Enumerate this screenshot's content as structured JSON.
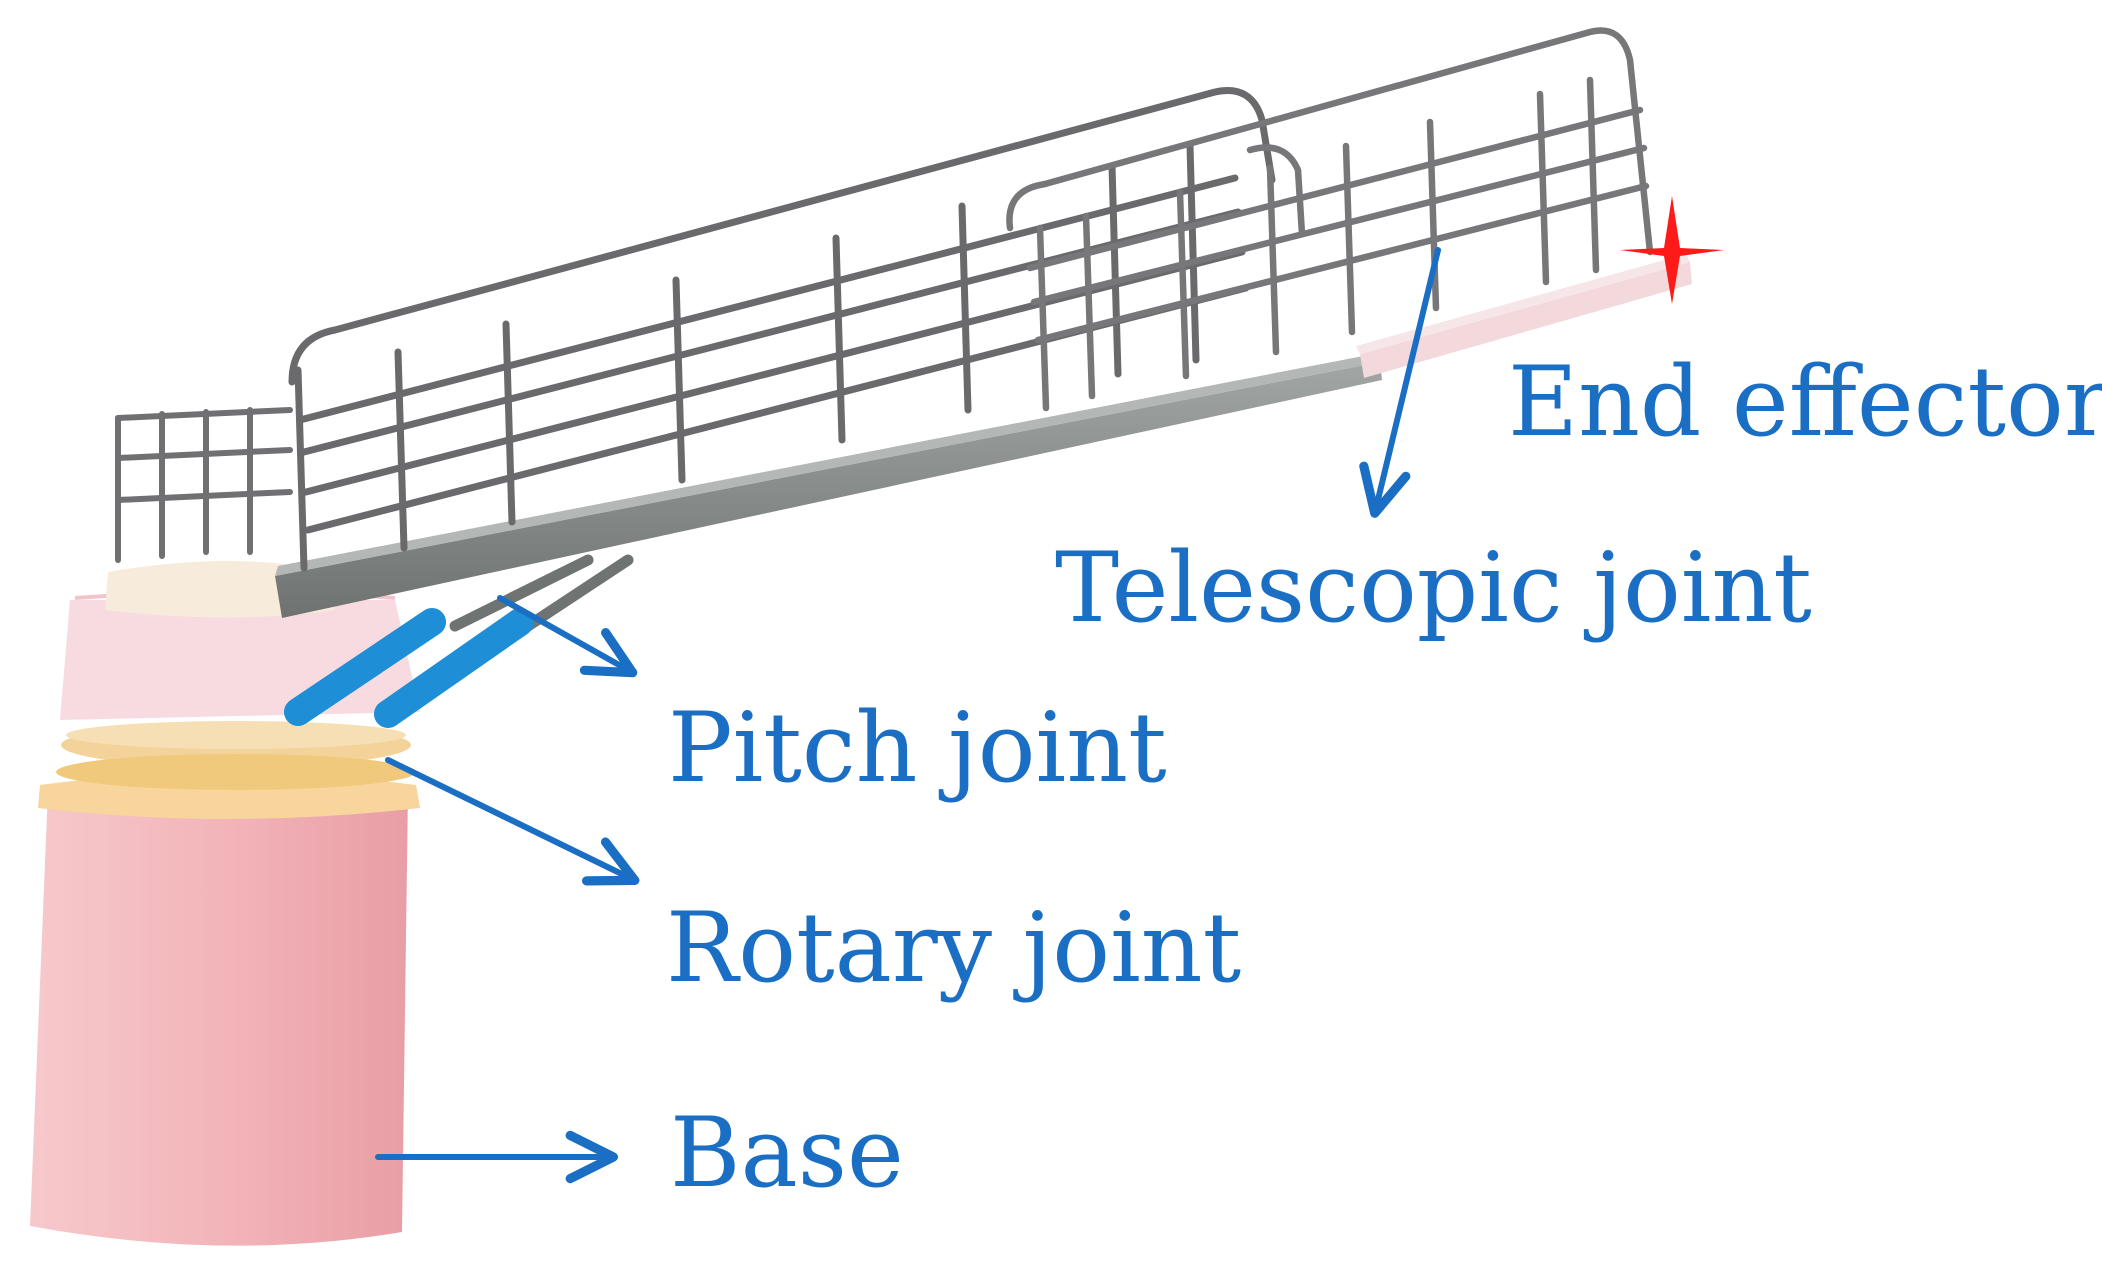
{
  "labels": {
    "end_effector": "End effector",
    "telescopic_joint": "Telescopic joint",
    "pitch_joint": "Pitch joint",
    "rotary_joint": "Rotary joint",
    "base": "Base"
  },
  "colors": {
    "label": "#1a6fc4",
    "arrow": "#1a6fc4",
    "base_body": "#f2b3b8",
    "base_collar": "#f7dba6",
    "boom_plate": "#8d918f",
    "cage_rail": "#6f6f70",
    "actuator": "#1e8fd6",
    "end_marker": "#ff1a1a"
  }
}
